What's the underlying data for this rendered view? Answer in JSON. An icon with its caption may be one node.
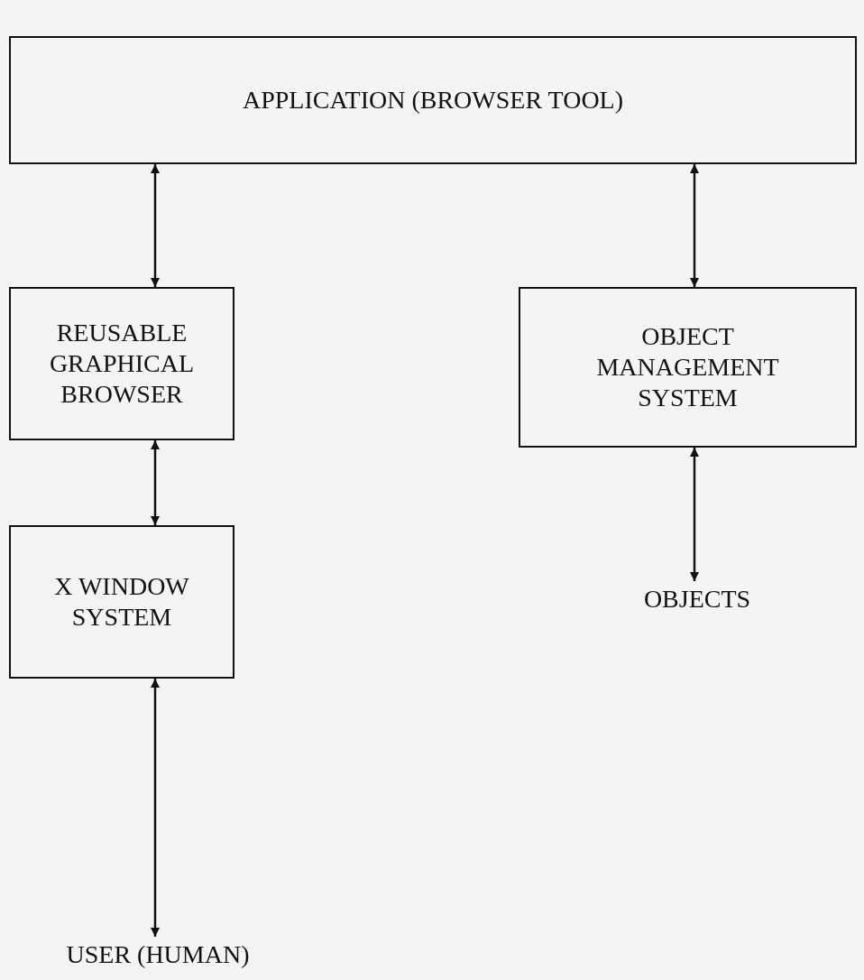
{
  "diagram": {
    "nodes": [
      {
        "text": [
          "APPLICATION (BROWSER TOOL)"
        ]
      },
      {
        "text": [
          "REUSABLE GRAPHICAL BROWSER"
        ]
      },
      {
        "text": [
          "OBJECT MANAGEMENT SYSTEM"
        ]
      },
      {
        "text": [
          "X WINDOW SYSTEM"
        ]
      },
      {
        "text": [
          "OBJECTS"
        ]
      },
      {
        "text": [
          "USER (HUMAN)"
        ]
      }
    ],
    "edges": [
      {
        "from": 0,
        "to": 1,
        "arrow": "both"
      },
      {
        "from": 0,
        "to": 2,
        "arrow": "both"
      },
      {
        "from": 1,
        "to": 3,
        "arrow": "both"
      },
      {
        "from": 2,
        "to": 4,
        "arrow": "both"
      },
      {
        "from": 3,
        "to": 5,
        "arrow": "both"
      }
    ]
  }
}
